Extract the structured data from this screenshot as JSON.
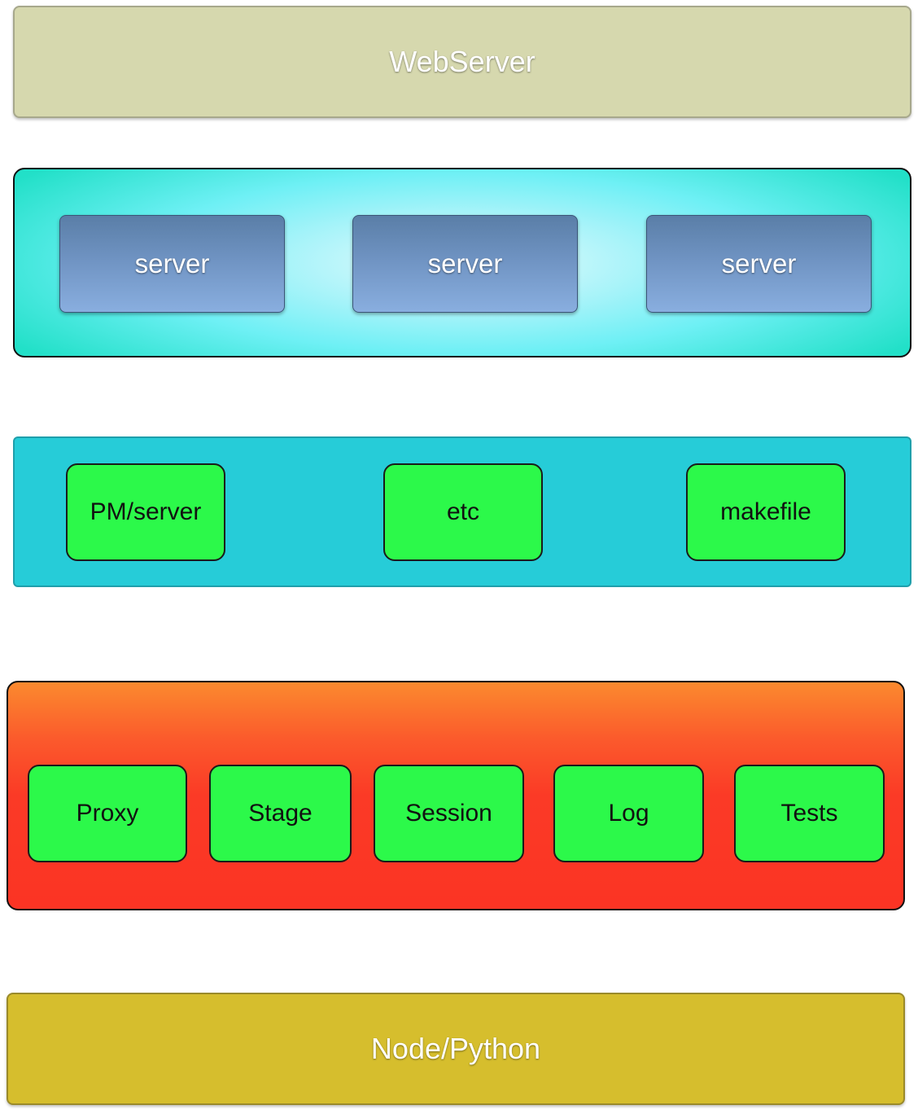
{
  "diagram": {
    "layers": {
      "webserver": {
        "label": "WebServer",
        "fill": "#d6d8ae"
      },
      "servers": {
        "items": [
          "server",
          "server",
          "server"
        ],
        "fill": "#6ff0f5",
        "box_fill": "#6f93c2"
      },
      "tools": {
        "items": [
          "PM/server",
          "etc",
          "makefile"
        ],
        "fill": "#26ccd8",
        "box_fill": "#2cf94a"
      },
      "modules": {
        "items": [
          "Proxy",
          "Stage",
          "Session",
          "Log",
          "Tests"
        ],
        "fill": "#fb3a26",
        "box_fill": "#2cf94a"
      },
      "runtime": {
        "label": "Node/Python",
        "fill": "#d6be2d"
      }
    }
  }
}
